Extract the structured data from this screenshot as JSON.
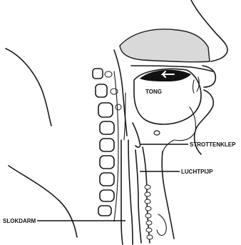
{
  "labels": {
    "tong": "TONG",
    "strottenklep": "STROTTENKLEP",
    "luchtpijp": "LUCHTPIJP",
    "slokdarm": "SLOKDARM"
  },
  "colors": {
    "ink": "#1a1a1a",
    "nasal_fill": "#d9d9d9",
    "background": "#ffffff"
  }
}
